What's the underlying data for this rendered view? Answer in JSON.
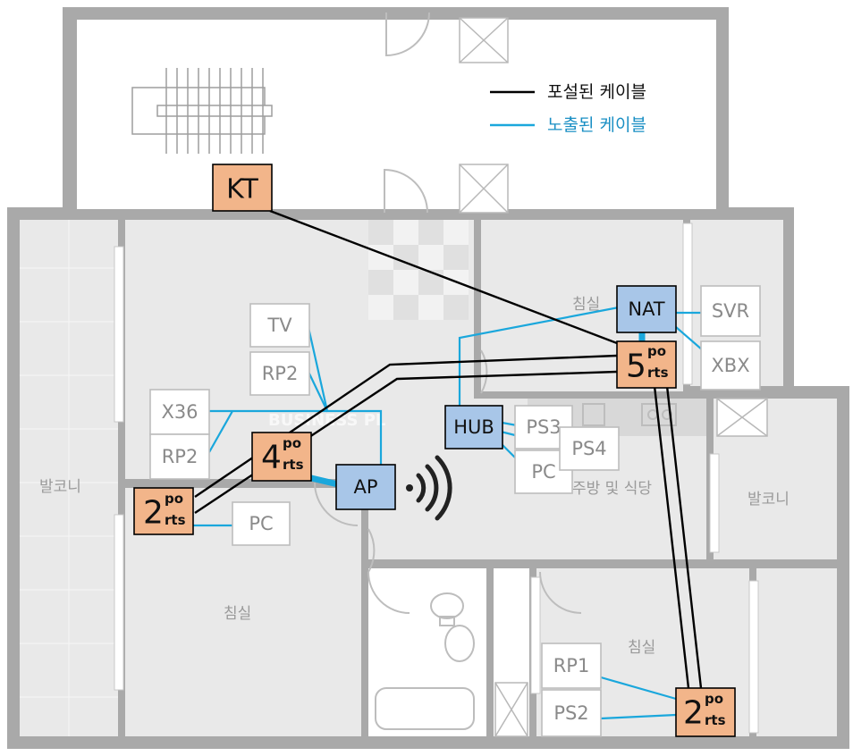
{
  "legend": {
    "buried": {
      "label": "포설된 케이블",
      "color": "#000000"
    },
    "exposed": {
      "label": "노출된 케이블",
      "color": "#1aa7dc"
    }
  },
  "rooms": {
    "balcony_left": "발코니",
    "balcony_right": "발코니",
    "bedroom_top": "침실",
    "bedroom_left": "침실",
    "bedroom_right": "침실",
    "kitchen": "주방 및 식당"
  },
  "isp": {
    "label": "KT",
    "color": "#f2b58a"
  },
  "network_nodes": {
    "nat": "NAT",
    "hub": "HUB",
    "ap": "AP",
    "node_color": "#a8c6e8"
  },
  "switches": {
    "center": {
      "num": "4",
      "sup": "po",
      "sub": "rts"
    },
    "top": {
      "num": "5",
      "sup": "po",
      "sub": "rts"
    },
    "left": {
      "num": "2",
      "sup": "po",
      "sub": "rts"
    },
    "bottom": {
      "num": "2",
      "sup": "po",
      "sub": "rts"
    },
    "color": "#f2b58a"
  },
  "devices": {
    "tv": "TV",
    "rp2_living": "RP2",
    "x36": "X36",
    "rp2_left": "RP2",
    "pc_left": "PC",
    "ps3": "PS3",
    "ps4": "PS4",
    "pc_kitchen": "PC",
    "svr": "SVR",
    "xbx": "XBX",
    "rp1": "RP1",
    "ps2": "PS2"
  },
  "wifi_icon": "wifi-signal-icon",
  "watermark": "BUSINESS PL"
}
